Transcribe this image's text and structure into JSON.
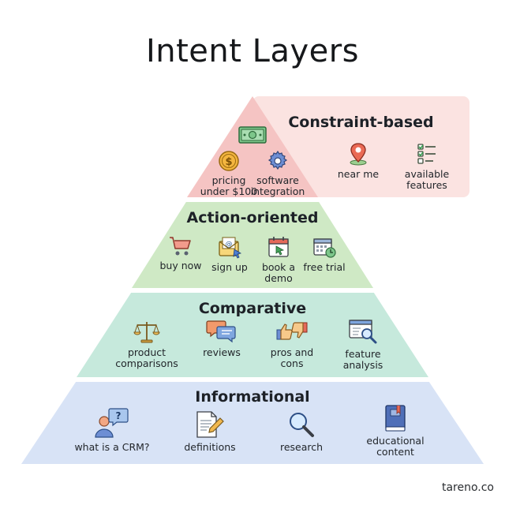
{
  "title": "Intent Layers",
  "brand": "tareno.co",
  "layers": {
    "constraint": {
      "title": "Constraint-based",
      "color": "#f5c4c3",
      "box_color": "#fbe3e1",
      "items": [
        {
          "label": "pricing\nunder $100",
          "icon": "dollar-coin-icon"
        },
        {
          "label": "software\nintegration",
          "icon": "gear-icon"
        },
        {
          "label": "near me",
          "icon": "map-pin-icon"
        },
        {
          "label": "available\nfeatures",
          "icon": "checklist-icon"
        }
      ],
      "top_icon": "money-bill-icon"
    },
    "action": {
      "title": "Action-oriented",
      "color": "#cfe9c5",
      "items": [
        {
          "label": "buy now",
          "icon": "shopping-cart-icon"
        },
        {
          "label": "sign up",
          "icon": "email-signup-icon"
        },
        {
          "label": "book a\ndemo",
          "icon": "calendar-click-icon"
        },
        {
          "label": "free trial",
          "icon": "calendar-clock-icon"
        }
      ]
    },
    "comparative": {
      "title": "Comparative",
      "color": "#c6e9dc",
      "items": [
        {
          "label": "product\ncomparisons",
          "icon": "balance-scale-icon"
        },
        {
          "label": "reviews",
          "icon": "chat-bubbles-icon"
        },
        {
          "label": "pros and\ncons",
          "icon": "thumbs-up-down-icon"
        },
        {
          "label": "feature\nanalysis",
          "icon": "browser-magnifier-icon"
        }
      ]
    },
    "informational": {
      "title": "Informational",
      "color": "#d8e3f6",
      "items": [
        {
          "label": "what is a CRM?",
          "icon": "person-question-icon"
        },
        {
          "label": "definitions",
          "icon": "document-pen-icon"
        },
        {
          "label": "research",
          "icon": "magnifier-icon"
        },
        {
          "label": "educational\ncontent",
          "icon": "book-icon"
        }
      ]
    }
  }
}
